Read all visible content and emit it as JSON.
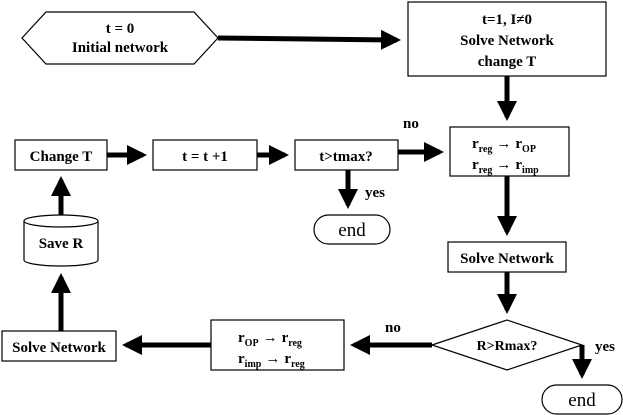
{
  "nodes": {
    "start": {
      "line1": "t = 0",
      "line2": "Initial network"
    },
    "solve_first": {
      "line1": "t=1,  I≠0",
      "line2": "Solve Network",
      "line3": "change T"
    },
    "update_r": {
      "r": "r",
      "reg": "reg",
      "arrow": "→",
      "op": "OP",
      "imp": "imp"
    },
    "change_t": {
      "label": "Change T"
    },
    "increment": {
      "label": "t = t +1"
    },
    "tmax_check": {
      "label": "t>tmax?"
    },
    "end_top": {
      "label": "end"
    },
    "save_r": {
      "label": "Save R"
    },
    "solve_network_mid": {
      "label": "Solve Network"
    },
    "rmax_check": {
      "label": "R>Rmax?"
    },
    "restore_r": {
      "r": "r",
      "reg": "reg",
      "arrow": "→",
      "op": "OP",
      "imp": "imp"
    },
    "solve_network_left": {
      "label": "Solve Network"
    },
    "end_bottom": {
      "label": "end"
    }
  },
  "edges": {
    "tmax_no": "no",
    "tmax_yes": "yes",
    "rmax_no": "no",
    "rmax_yes": "yes"
  }
}
